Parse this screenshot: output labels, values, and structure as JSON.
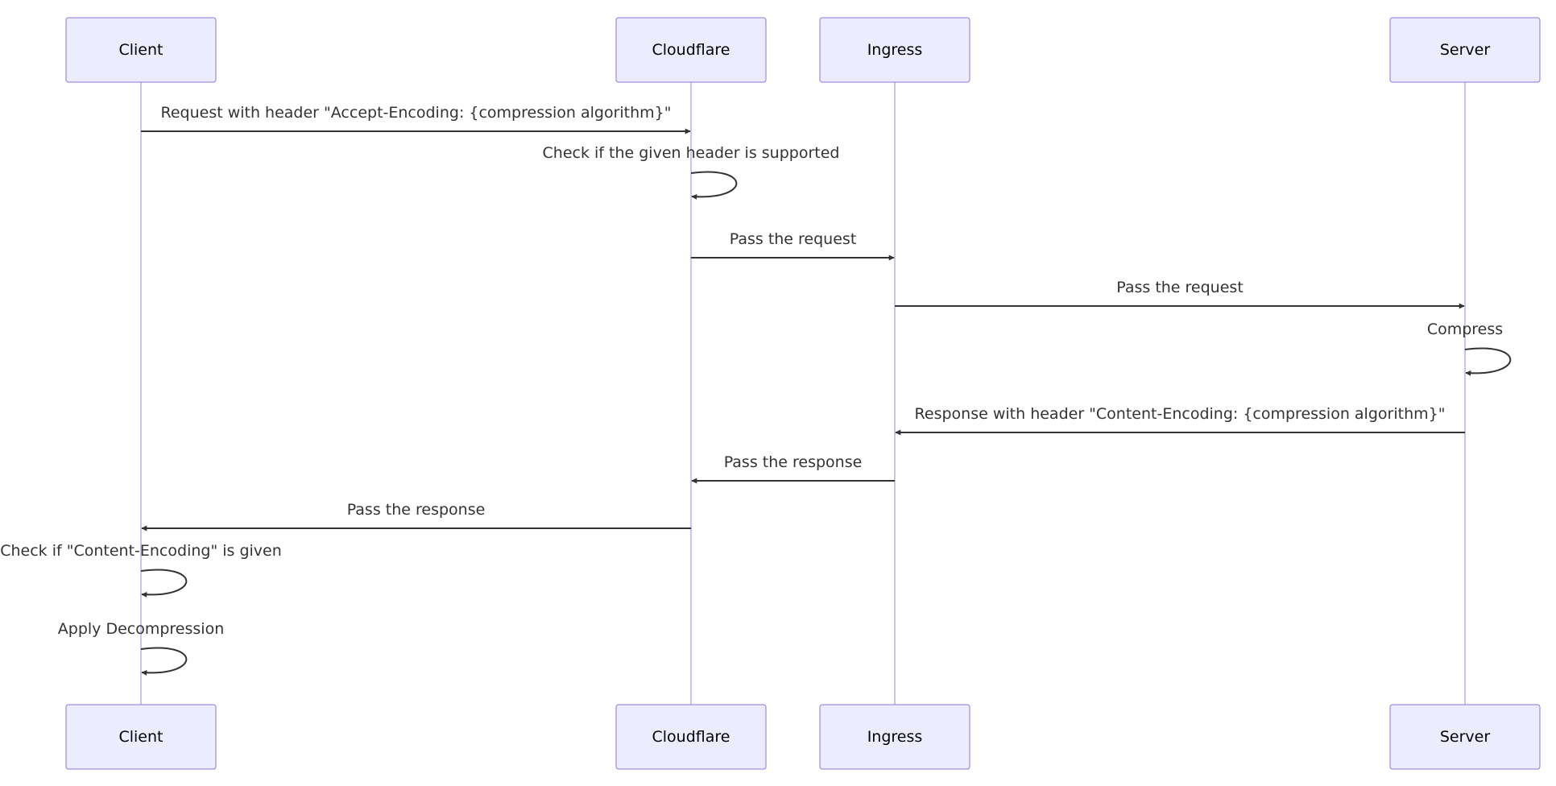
{
  "participants": [
    {
      "id": "client",
      "label": "Client"
    },
    {
      "id": "cloudflare",
      "label": "Cloudflare"
    },
    {
      "id": "ingress",
      "label": "Ingress"
    },
    {
      "id": "server",
      "label": "Server"
    }
  ],
  "messages": [
    {
      "from": "client",
      "to": "cloudflare",
      "label": "Request with header \"Accept-Encoding: {compression algorithm}\""
    },
    {
      "from": "cloudflare",
      "to": "cloudflare",
      "label": "Check if the given header is supported"
    },
    {
      "from": "cloudflare",
      "to": "ingress",
      "label": "Pass the request"
    },
    {
      "from": "ingress",
      "to": "server",
      "label": "Pass the request"
    },
    {
      "from": "server",
      "to": "server",
      "label": "Compress"
    },
    {
      "from": "server",
      "to": "ingress",
      "label": "Response with header \"Content-Encoding: {compression algorithm}\""
    },
    {
      "from": "ingress",
      "to": "cloudflare",
      "label": "Pass the response"
    },
    {
      "from": "cloudflare",
      "to": "client",
      "label": "Pass the response"
    },
    {
      "from": "client",
      "to": "client",
      "label": "Check if \"Content-Encoding\" is given"
    },
    {
      "from": "client",
      "to": "client",
      "label": "Apply Decompression"
    }
  ],
  "colors": {
    "actor_fill": "#ECECFF",
    "actor_border": "#9370DB",
    "lifeline": "#C9C5EE",
    "arrow": "#333333",
    "text": "#333333"
  }
}
